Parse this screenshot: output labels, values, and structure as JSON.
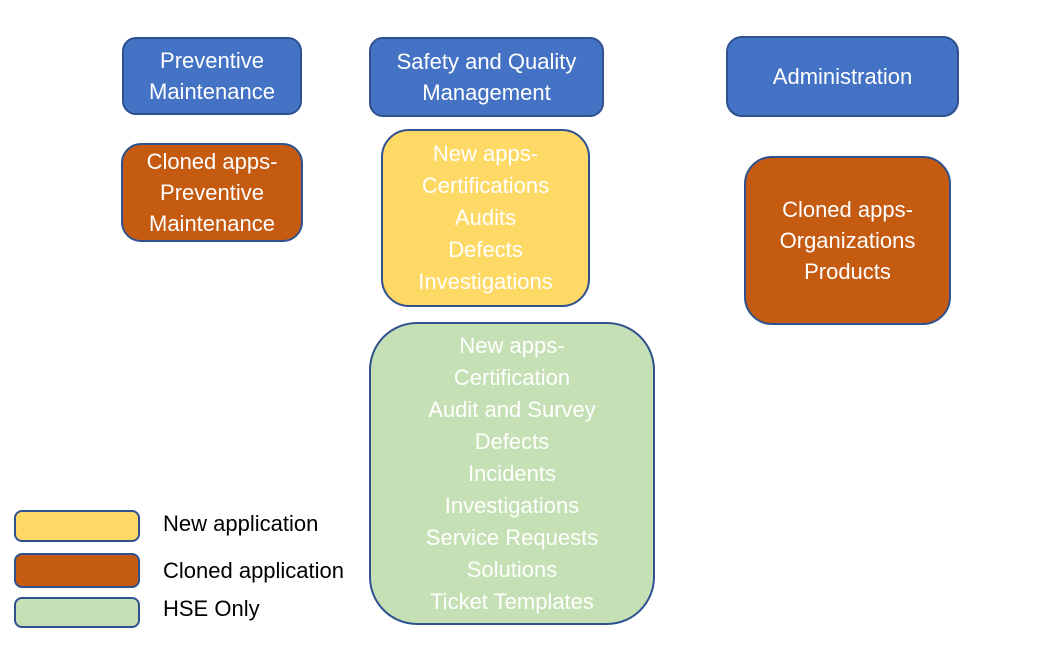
{
  "diagram": {
    "boxes": {
      "preventive_maintenance": "Preventive\nMaintenance",
      "safety_quality_management": "Safety and Quality\nManagement",
      "administration": "Administration",
      "cloned_preventive_maintenance": "Cloned apps-\nPreventive\nMaintenance",
      "new_apps_safety_quality": "New apps-\nCertifications\nAudits\nDefects\nInvestigations",
      "cloned_administration": "Cloned apps-\nOrganizations\nProducts",
      "hse_only_apps": "New apps-\nCertification\nAudit and Survey\nDefects\nIncidents\nInvestigations\nService Requests\nSolutions\nTicket Templates"
    },
    "legend": {
      "items": [
        {
          "label": "New application",
          "color": "#FFD966"
        },
        {
          "label": "Cloned application",
          "color": "#C55A11"
        },
        {
          "label": "HSE Only",
          "color": "#C5E0B4"
        }
      ]
    },
    "colors": {
      "category_blue": "#4472C4",
      "cloned_orange": "#C55A11",
      "new_yellow": "#FFD966",
      "hse_green": "#C5E0B4",
      "border_navy": "#2F528F",
      "box_text": "#FFFFFF",
      "legend_text": "#000000"
    }
  }
}
